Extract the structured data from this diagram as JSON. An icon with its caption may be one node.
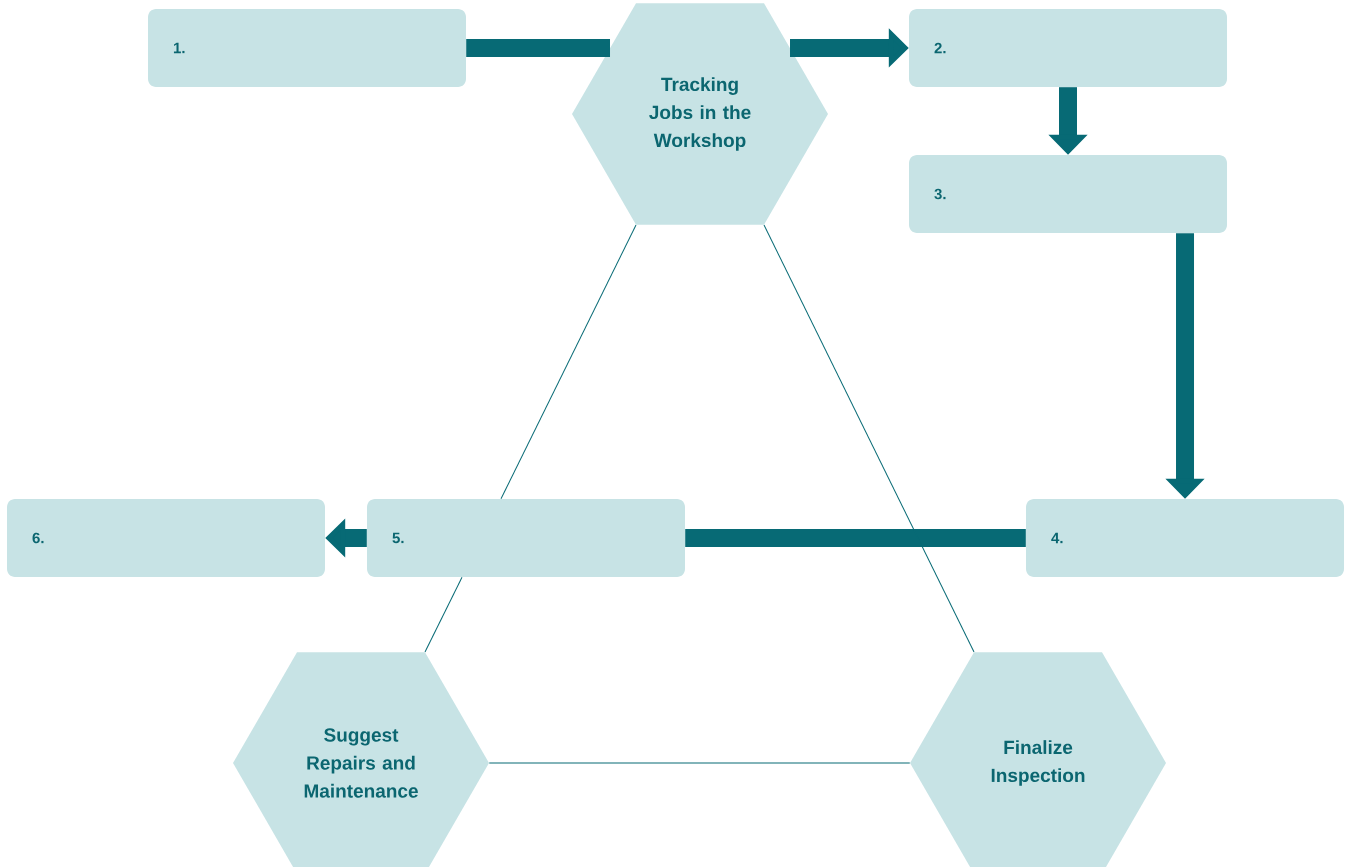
{
  "diagram": {
    "nodes": [
      {
        "text": [
          "Tracking Jobs in the Workshop"
        ]
      },
      {
        "text": [
          "1."
        ]
      },
      {
        "text": [
          "2."
        ]
      },
      {
        "text": [
          "3."
        ]
      },
      {
        "text": [
          "4."
        ]
      },
      {
        "text": [
          "5."
        ]
      },
      {
        "text": [
          "6."
        ]
      },
      {
        "text": [
          "Suggest Repairs and Maintenance"
        ]
      },
      {
        "text": [
          "Finalize Inspection"
        ]
      }
    ],
    "edges": [
      {
        "from": 1,
        "to": 0,
        "arrow": "none"
      },
      {
        "from": 0,
        "to": 2,
        "arrow": "to"
      },
      {
        "from": 2,
        "to": 3,
        "arrow": "to"
      },
      {
        "from": 3,
        "to": 4,
        "arrow": "to"
      },
      {
        "from": 4,
        "to": 5,
        "arrow": "none"
      },
      {
        "from": 5,
        "to": 6,
        "arrow": "to"
      },
      {
        "from": 0,
        "to": 5,
        "arrow": "none"
      },
      {
        "from": 5,
        "to": 7,
        "arrow": "none"
      },
      {
        "from": 0,
        "to": 8,
        "arrow": "none"
      },
      {
        "from": 7,
        "to": 8,
        "arrow": "none"
      }
    ]
  }
}
